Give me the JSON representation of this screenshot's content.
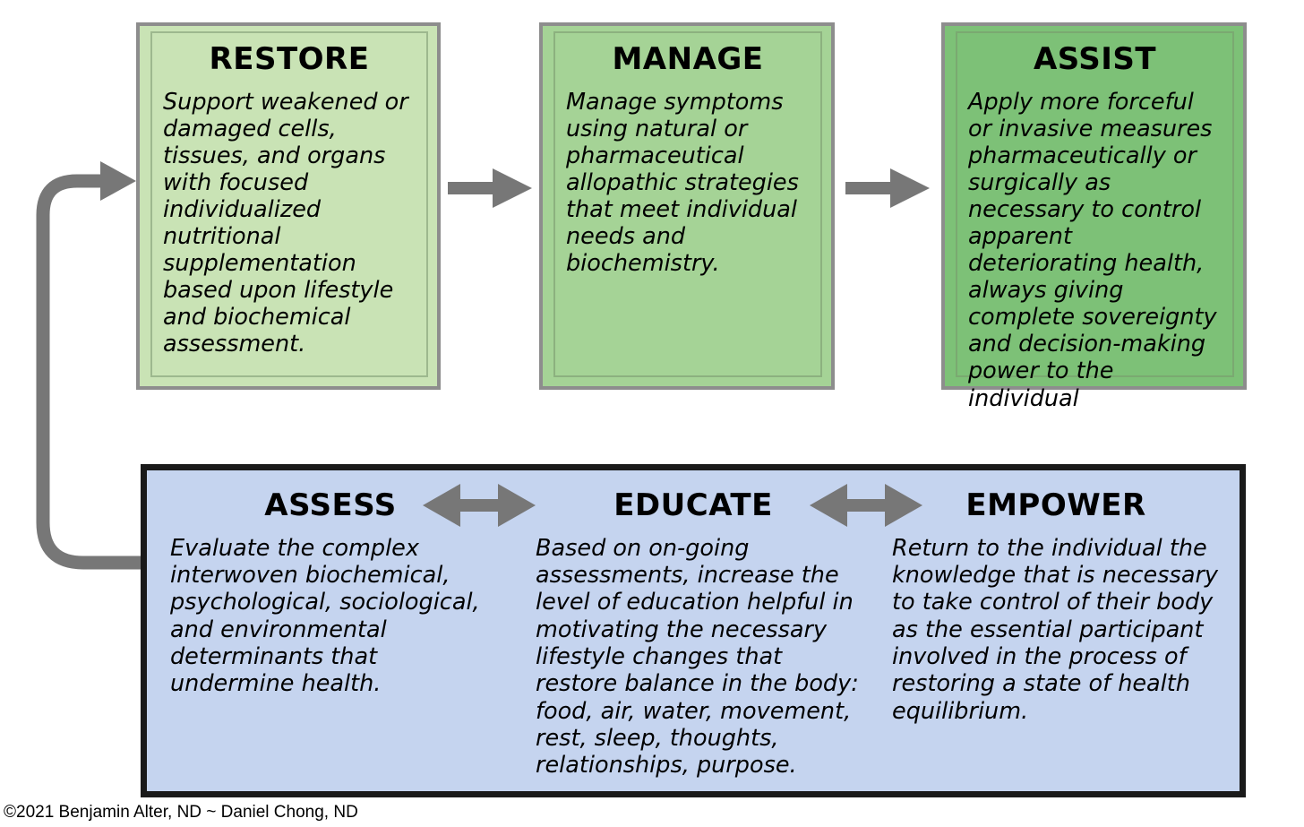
{
  "diagram": {
    "colors": {
      "green_light": "#C9E3B5",
      "green_mid": "#A5D396",
      "green_dark": "#7DC177",
      "blue_panel": "#C5D4EF",
      "arrow_gray": "#777777",
      "box_border_gray": "#8D8D8D",
      "panel_border_black": "#1A1A1A"
    },
    "top_row": [
      {
        "title": "RESTORE",
        "body": "Support weakened or damaged cells, tissues, and organs with focused individualized nutritional supplementation based upon lifestyle and biochemical assessment."
      },
      {
        "title": "MANAGE",
        "body": "Manage symptoms using natural or pharmaceutical allopathic strategies that meet individual needs and biochemistry."
      },
      {
        "title": "ASSIST",
        "body": "Apply more forceful or invasive measures pharmaceutically or surgically as necessary to control apparent deteriorating health, always giving complete sovereignty and decision-making power to the individual"
      }
    ],
    "bottom_row": [
      {
        "title": "ASSESS",
        "body": "Evaluate the complex interwoven biochemical, psychological, sociological, and environmental determinants that undermine health."
      },
      {
        "title": "EDUCATE",
        "body": "Based on on-going assessments, increase the level of education helpful in motivating the necessary lifestyle changes that restore balance in the body: food, air, water, movement, rest, sleep, thoughts, relationships, purpose."
      },
      {
        "title": "EMPOWER",
        "body": "Return to the individual the knowledge that is necessary to take control of their body as the essential participant involved in the process of restoring a state of health equilibrium."
      }
    ],
    "connectors": {
      "restore_to_manage": "arrow-right",
      "manage_to_assist": "arrow-right",
      "assess_educate": "double-headed-arrow",
      "educate_empower": "double-headed-arrow",
      "feedback_loop": "curved-loop-arrow-back-to-restore"
    },
    "footer": {
      "copyright": "©2021 Benjamin Alter, ND ~ Daniel Chong, ND"
    }
  }
}
